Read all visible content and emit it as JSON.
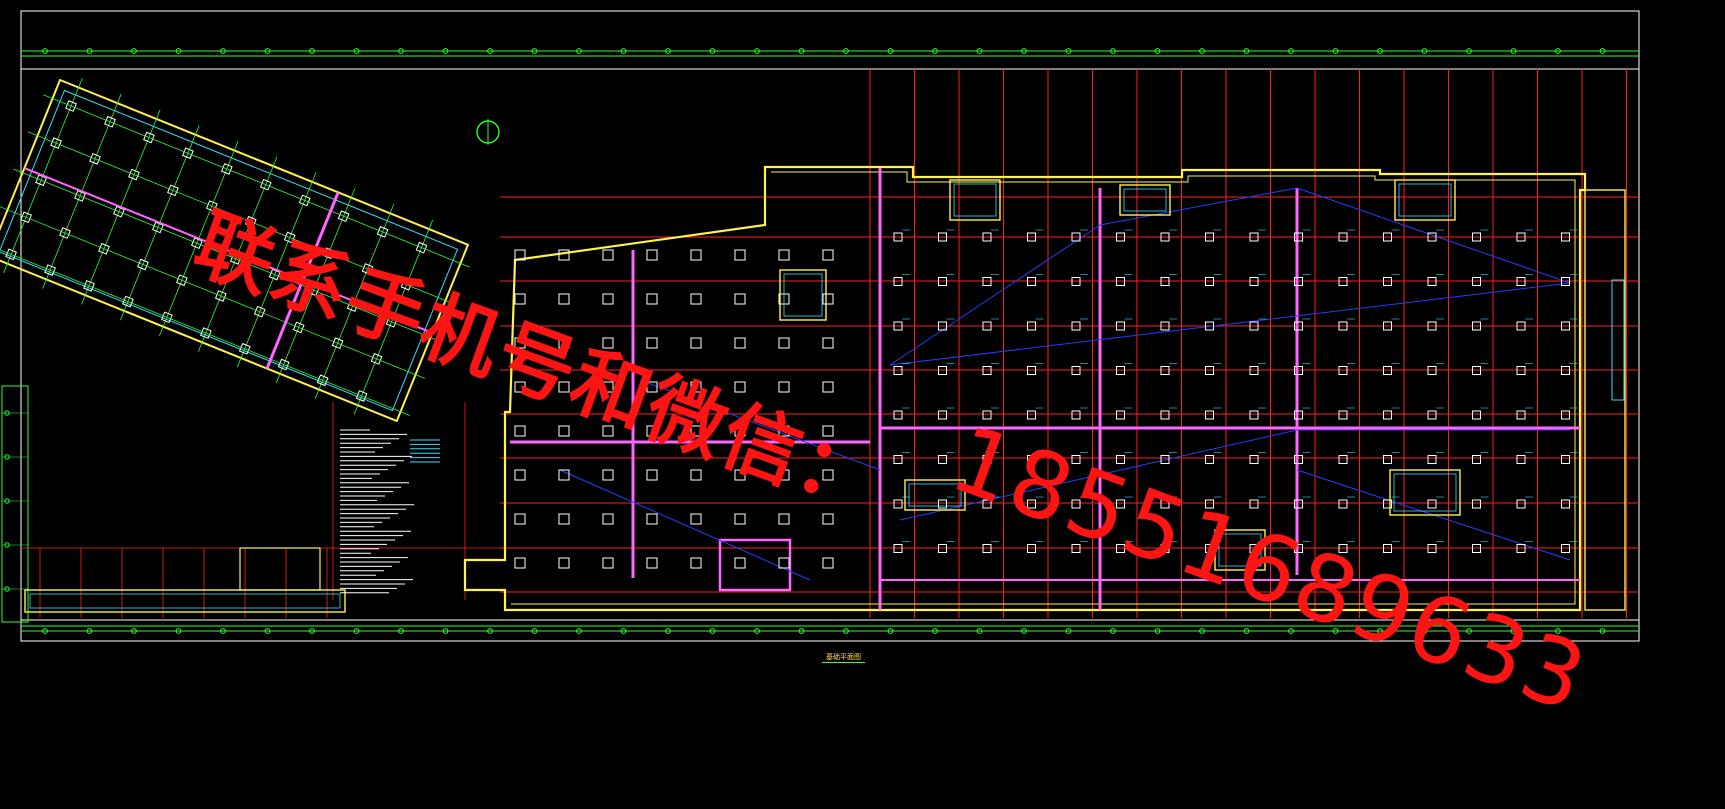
{
  "drawing": {
    "background": "#000000",
    "colors": {
      "frame": "#ffffff",
      "axis_green": "#2bff2b",
      "grid_red": "#ff2020",
      "wall_yellow": "#fff24a",
      "wall_magenta": "#ff66ff",
      "aux_blue": "#2040ff",
      "aux_cyan": "#30e0ff",
      "column_white": "#ffffff"
    },
    "icons": [
      "north-arrow-icon"
    ]
  },
  "watermark": {
    "line1": "联系手机号和微信：",
    "line2": "18551689633",
    "color": "#ff1414"
  },
  "caption": {
    "text": "基础平面图"
  }
}
